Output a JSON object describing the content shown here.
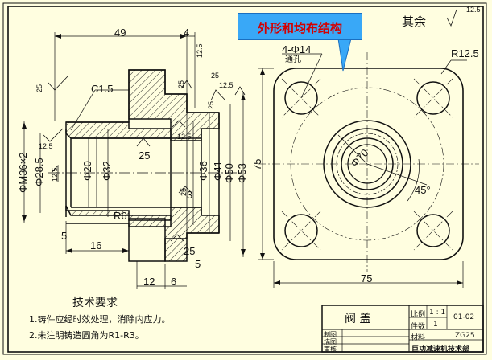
{
  "callout": "外形和均布结构",
  "rest_note": "其余",
  "rest_roughness": "12.5",
  "section_view": {
    "dims": {
      "len49": "49",
      "len4": "4",
      "chamfer": "C1.5",
      "len5a": "5",
      "len16": "16",
      "len12": "12",
      "len6": "6",
      "len5b": "5",
      "len25a": "25",
      "len25b": "25",
      "radius": "R6",
      "d_m36": "ΦM36×2",
      "d_28_5": "Φ28.5",
      "d_20": "Φ20",
      "d_32": "Φ32",
      "d_36": "Φ36",
      "d_41": "Φ41",
      "d_50": "Φ50",
      "d_53": "Φ53",
      "len3": "3"
    },
    "roughness": [
      "25",
      "25",
      "12.5",
      "25",
      "12.5",
      "12.5",
      "12.5",
      "12.5",
      "25",
      "25"
    ]
  },
  "top_view": {
    "holes": "4-Φ14",
    "holes_note": "通孔",
    "corner": "R12.5",
    "width": "75",
    "height": "75",
    "angle": "45°",
    "center_dia": "Φ70"
  },
  "requirements": {
    "heading": "技术要求",
    "items": [
      "1.铸件应经时效处理，消除内应力。",
      "2.未注明铸造圆角为R1-R3。"
    ]
  },
  "title_block": {
    "part_name": "阀 盖",
    "scale_label": "比例",
    "scale_value": "1 : 1",
    "count_label": "件数",
    "count_value": "1",
    "material_label": "材料",
    "material_value": "ZG25",
    "drawing_no": "01-02",
    "drawn": "制图",
    "traced": "描图",
    "checked": "审核",
    "company": "巨功减速机技术部"
  },
  "colors": {
    "paper": "#fffee0",
    "line": "#111111",
    "callout_bg": "#39a8f7",
    "callout_text": "#d40000"
  }
}
